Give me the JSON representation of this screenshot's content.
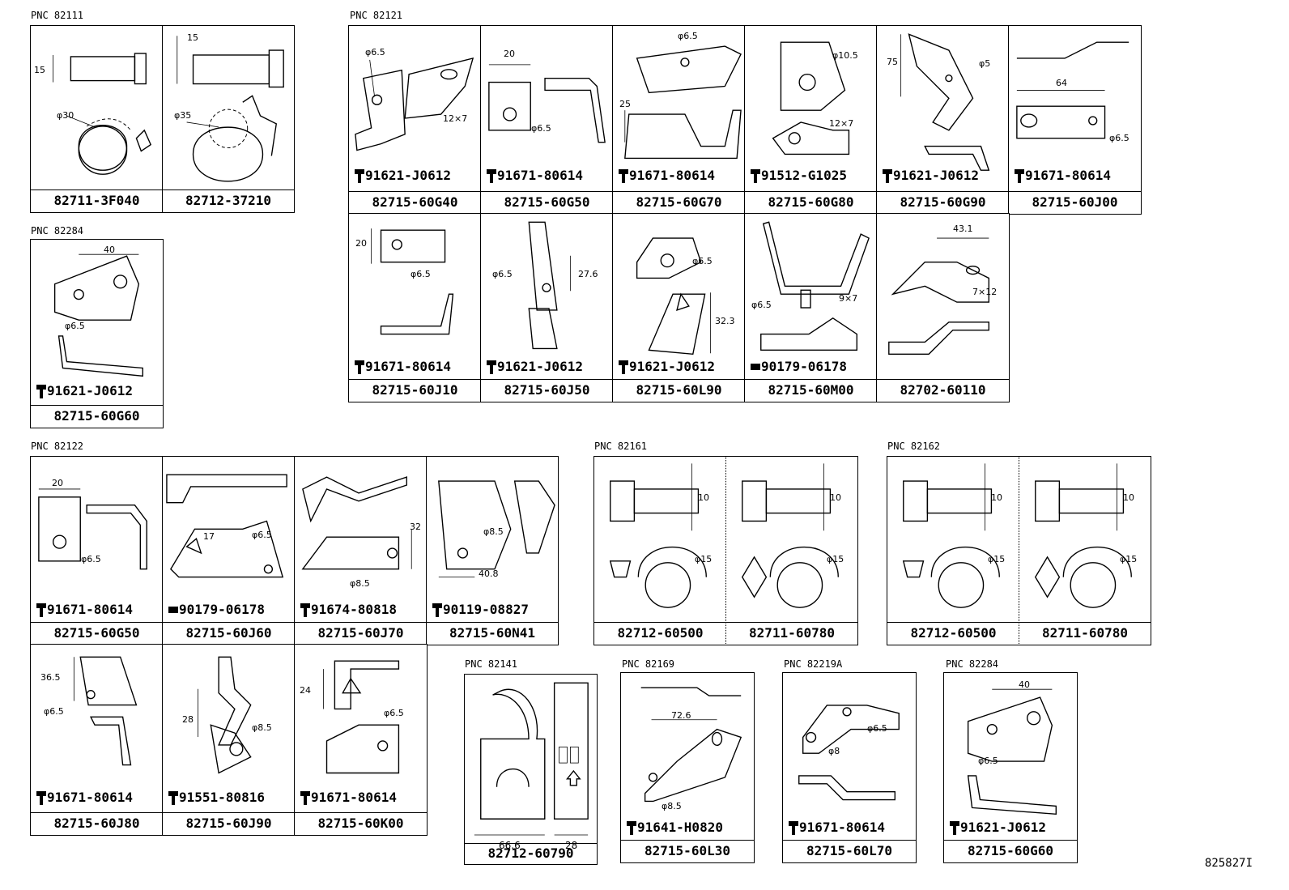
{
  "groups": [
    {
      "pnc": "PNC 82111",
      "cells": [
        {
          "bolt": null,
          "part": "82711-3F040",
          "dims": [
            "15",
            "φ30"
          ]
        },
        {
          "bolt": null,
          "part": "82712-37210",
          "dims": [
            "15",
            "φ35"
          ]
        }
      ]
    },
    {
      "pnc": "PNC 82121",
      "cells": [
        {
          "bolt": "91621-J0612",
          "part": "82715-60G40",
          "dims": [
            "φ6.5",
            "12×7"
          ]
        },
        {
          "bolt": "91671-80614",
          "part": "82715-60G50",
          "dims": [
            "20",
            "φ6.5"
          ]
        },
        {
          "bolt": "91671-80614",
          "part": "82715-60G70",
          "dims": [
            "φ6.5",
            "25"
          ]
        },
        {
          "bolt": "91512-G1025",
          "part": "82715-60G80",
          "dims": [
            "φ10.5",
            "12×7"
          ]
        },
        {
          "bolt": "91621-J0612",
          "part": "82715-60G90",
          "dims": [
            "75",
            "φ5"
          ]
        },
        {
          "bolt": "91671-80614",
          "part": "82715-60J00",
          "dims": [
            "64",
            "φ6.5"
          ]
        },
        {
          "bolt": "91671-80614",
          "part": "82715-60J10",
          "dims": [
            "20",
            "φ6.5"
          ]
        },
        {
          "bolt": "91621-J0612",
          "part": "82715-60J50",
          "dims": [
            "φ6.5",
            "27.6"
          ]
        },
        {
          "bolt": "91621-J0612",
          "part": "82715-60L90",
          "dims": [
            "φ6.5",
            "32.3"
          ]
        },
        {
          "bolt": "90179-06178",
          "part": "82715-60M00",
          "dims": [
            "φ6.5",
            "9×7"
          ]
        },
        {
          "bolt": null,
          "part": "82702-60110",
          "dims": [
            "43.1",
            "7×12"
          ]
        }
      ]
    },
    {
      "pnc": "PNC 82284",
      "cells": [
        {
          "bolt": "91621-J0612",
          "part": "82715-60G60",
          "dims": [
            "40",
            "φ6.5"
          ]
        }
      ]
    },
    {
      "pnc": "PNC 82122",
      "cells": [
        {
          "bolt": "91671-80614",
          "part": "82715-60G50",
          "dims": [
            "20",
            "φ6.5"
          ]
        },
        {
          "bolt": "90179-06178",
          "part": "82715-60J60",
          "dims": [
            "17",
            "φ6.5"
          ]
        },
        {
          "bolt": "91674-80818",
          "part": "82715-60J70",
          "dims": [
            "32",
            "φ8.5"
          ]
        },
        {
          "bolt": "90119-08827",
          "part": "82715-60N41",
          "dims": [
            "φ8.5",
            "40.8"
          ]
        },
        {
          "bolt": "91671-80614",
          "part": "82715-60J80",
          "dims": [
            "36.5",
            "φ6.5"
          ]
        },
        {
          "bolt": "91551-80816",
          "part": "82715-60J90",
          "dims": [
            "28",
            "φ8.5"
          ]
        },
        {
          "bolt": "91671-80614",
          "part": "82715-60K00",
          "dims": [
            "24",
            "φ6.5"
          ]
        }
      ]
    },
    {
      "pnc": "PNC 82161",
      "cells": [
        {
          "bolt": null,
          "part": "82712-60500",
          "dims": [
            "10",
            "φ15"
          ]
        },
        {
          "bolt": null,
          "part": "82711-60780",
          "dims": [
            "10",
            "φ15"
          ]
        }
      ]
    },
    {
      "pnc": "PNC 82162",
      "cells": [
        {
          "bolt": null,
          "part": "82712-60500",
          "dims": [
            "10",
            "φ15"
          ]
        },
        {
          "bolt": null,
          "part": "82711-60780",
          "dims": [
            "10",
            "φ15"
          ]
        }
      ]
    },
    {
      "pnc": "PNC 82141",
      "cells": [
        {
          "bolt": null,
          "part": "82712-60790",
          "dims": [
            "66.6",
            "28"
          ]
        }
      ]
    },
    {
      "pnc": "PNC 82169",
      "cells": [
        {
          "bolt": "91641-H0820",
          "part": "82715-60L30",
          "dims": [
            "72.6",
            "φ8.5"
          ]
        }
      ]
    },
    {
      "pnc": "PNC 82219A",
      "cells": [
        {
          "bolt": "91671-80614",
          "part": "82715-60L70",
          "dims": [
            "φ6.5",
            "φ8"
          ]
        }
      ]
    },
    {
      "pnc": "PNC 82284",
      "cells": [
        {
          "bolt": "91621-J0612",
          "part": "82715-60G60",
          "dims": [
            "40",
            "φ6.5"
          ]
        }
      ]
    }
  ],
  "drawing_code": "825827I"
}
